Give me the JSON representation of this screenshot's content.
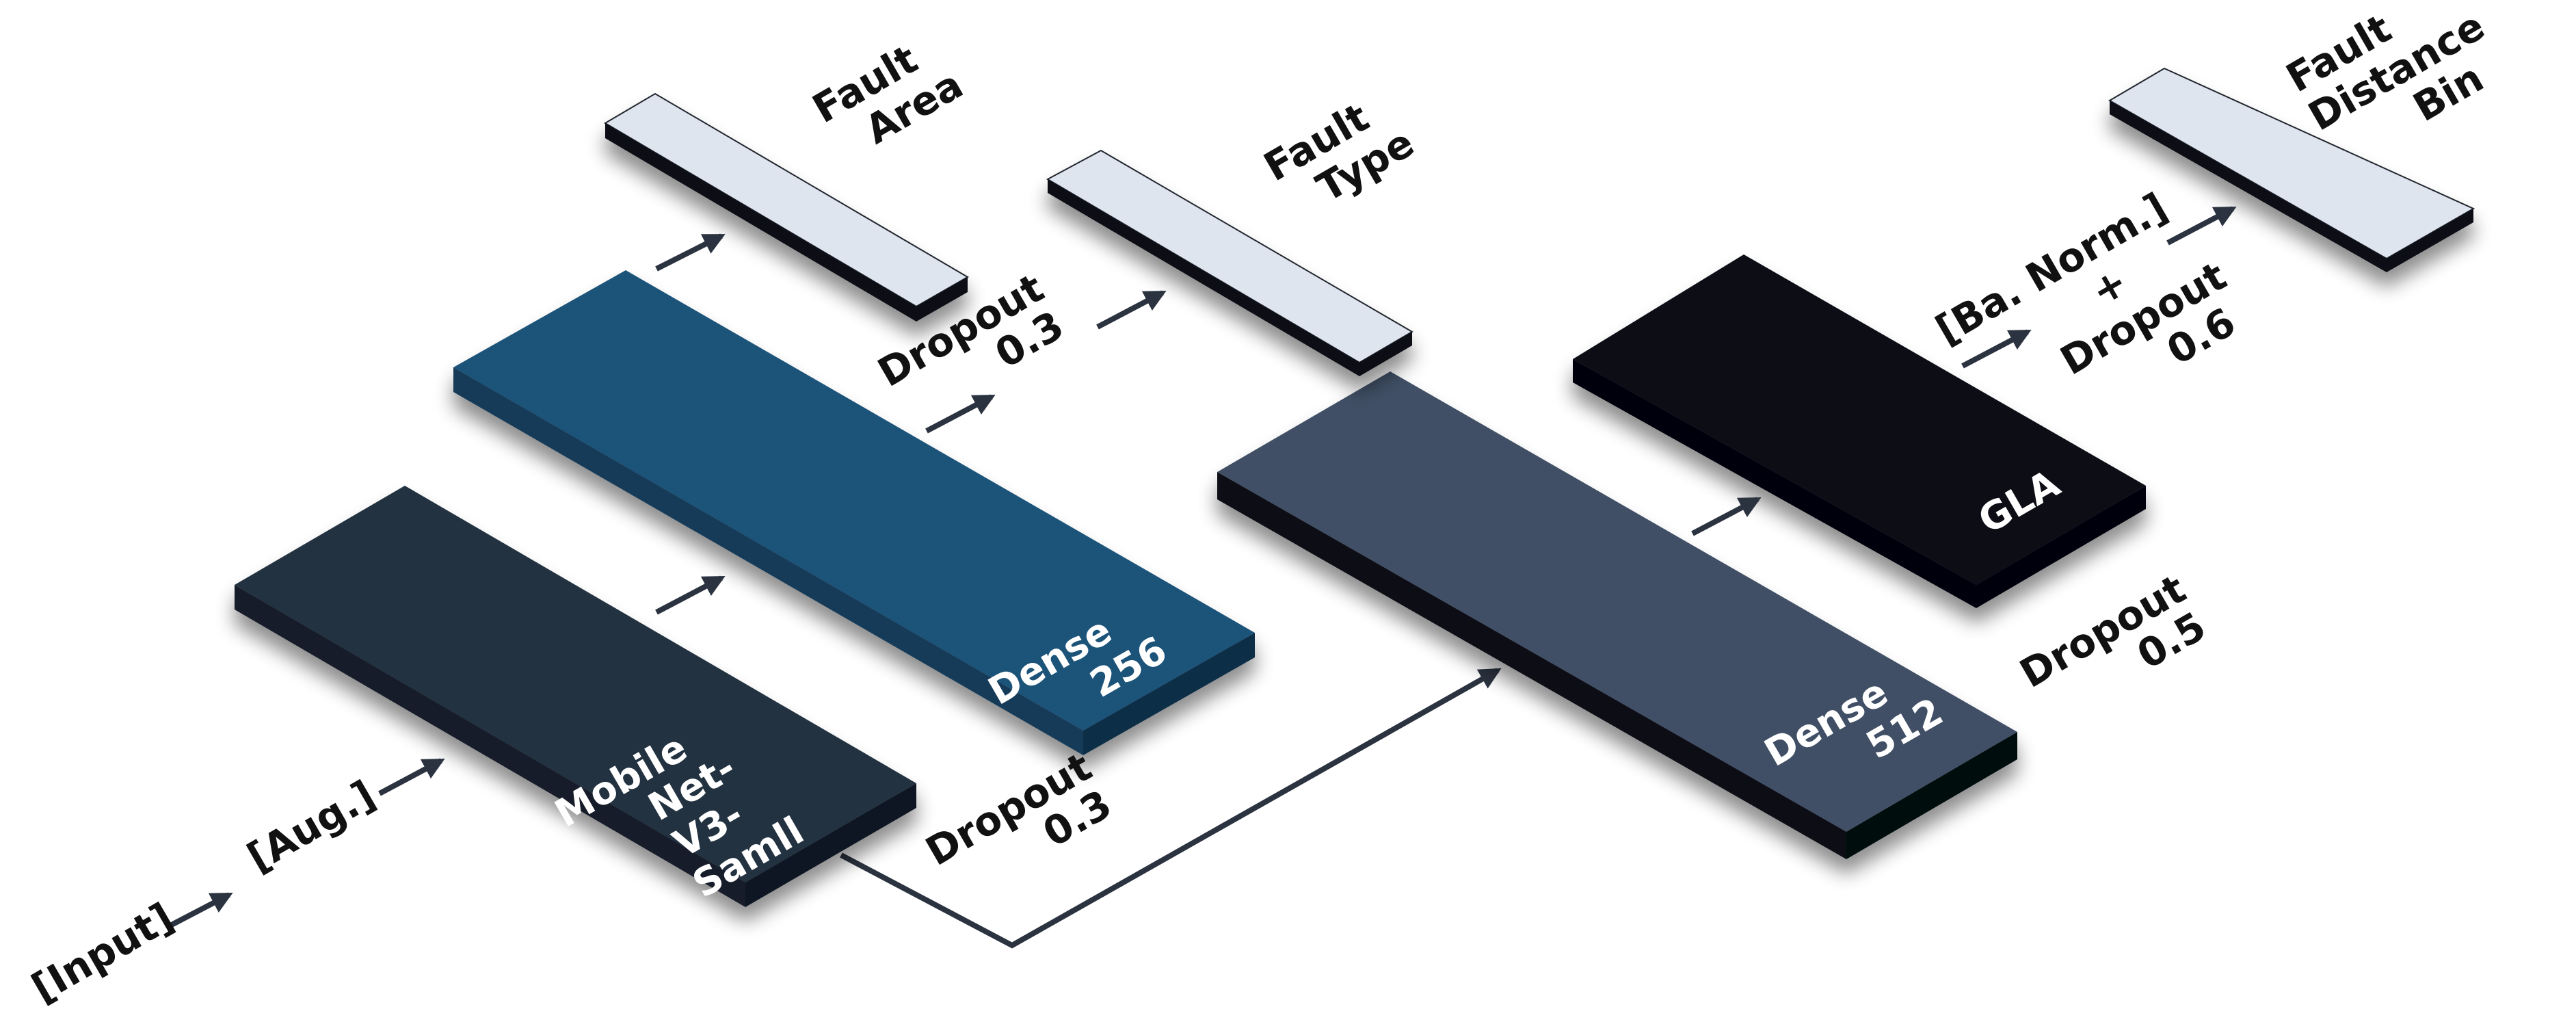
{
  "flow": {
    "input": "[Input]",
    "aug": "[Aug.]"
  },
  "blocks": {
    "backbone": {
      "l1": "Mobile",
      "l2": "Net-",
      "l3": "V3-",
      "l4": "Samll",
      "color": "#22303f"
    },
    "dense256": {
      "l1": "Dense",
      "l2": "256",
      "color": "#1f5279"
    },
    "dense512": {
      "l1": "Dense",
      "l2": "512",
      "color": "#414f65"
    },
    "gla": {
      "l1": "GLA",
      "color": "#070c17"
    }
  },
  "outputs": {
    "area": {
      "l1": "Fault",
      "l2": "Area",
      "color": "#dfe5ef"
    },
    "type": {
      "l1": "Fault",
      "l2": "Type",
      "color": "#dfe5ef"
    },
    "distance": {
      "l1": "Fault",
      "l2": "Distance",
      "l3": "Bin",
      "color": "#dfe5ef"
    }
  },
  "annotations": {
    "dropout_type": {
      "l1": "Dropout",
      "l2": "0.3"
    },
    "dropout_branch": {
      "l1": "Dropout",
      "l2": "0.3"
    },
    "dropout_512": {
      "l1": "Dropout",
      "l2": "0.5"
    },
    "bn_dropout": {
      "l1": "[Ba. Norm.]",
      "l2": "+",
      "l3": "Dropout",
      "l4": "0.6"
    }
  }
}
